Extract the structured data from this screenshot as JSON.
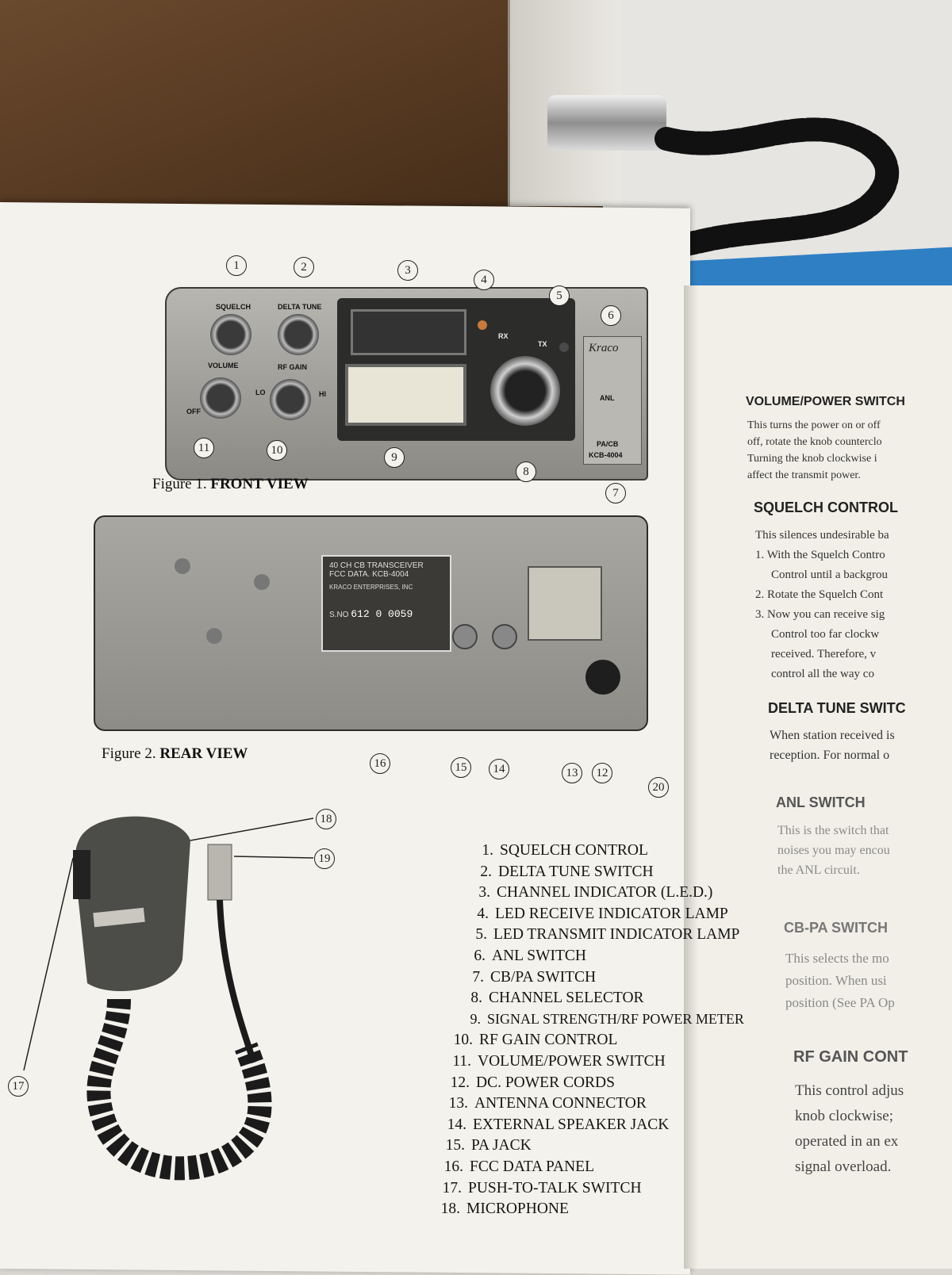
{
  "figures": {
    "front_caption_label": "Figure 1.",
    "front_caption_title": "FRONT VIEW",
    "rear_caption_label": "Figure 2.",
    "rear_caption_title": "REAR VIEW",
    "front_labels": {
      "squelch": "SQUELCH",
      "delta_tune": "DELTA TUNE",
      "volume": "VOLUME",
      "rf_gain": "RF GAIN",
      "off": "OFF",
      "lo": "LO",
      "hi": "HI",
      "rx": "RX",
      "tx": "TX",
      "brand": "Kraco",
      "anl": "ANL",
      "pa_cb": "PA/CB",
      "model": "KCB-4004"
    },
    "rear_plate": {
      "line1": "40 CH CB TRANSCEIVER",
      "line2": "FCC DATA. KCB-4004",
      "line3": "KRACO ENTERPRISES, INC",
      "serial_label": "S.NO",
      "serial": "612 0 0059"
    },
    "callouts": [
      "1",
      "2",
      "3",
      "4",
      "5",
      "6",
      "7",
      "8",
      "9",
      "10",
      "11",
      "12",
      "13",
      "14",
      "15",
      "16",
      "17",
      "18",
      "19",
      "20"
    ]
  },
  "parts_list": [
    {
      "n": "1.",
      "label": "SQUELCH CONTROL"
    },
    {
      "n": "2.",
      "label": "DELTA TUNE SWITCH"
    },
    {
      "n": "3.",
      "label": "CHANNEL INDICATOR (L.E.D.)"
    },
    {
      "n": "4.",
      "label": "LED RECEIVE INDICATOR LAMP"
    },
    {
      "n": "5.",
      "label": "LED TRANSMIT INDICATOR LAMP"
    },
    {
      "n": "6.",
      "label": "ANL SWITCH"
    },
    {
      "n": "7.",
      "label": "CB/PA SWITCH"
    },
    {
      "n": "8.",
      "label": "CHANNEL SELECTOR"
    },
    {
      "n": "9.",
      "label": "SIGNAL STRENGTH/RF POWER METER"
    },
    {
      "n": "10.",
      "label": "RF GAIN CONTROL"
    },
    {
      "n": "11.",
      "label": "VOLUME/POWER SWITCH"
    },
    {
      "n": "12.",
      "label": "DC. POWER CORDS"
    },
    {
      "n": "13.",
      "label": "ANTENNA CONNECTOR"
    },
    {
      "n": "14.",
      "label": "EXTERNAL SPEAKER JACK"
    },
    {
      "n": "15.",
      "label": "PA JACK"
    },
    {
      "n": "16.",
      "label": "FCC DATA PANEL"
    },
    {
      "n": "17.",
      "label": "PUSH-TO-TALK SWITCH"
    },
    {
      "n": "18.",
      "label": "MICROPHONE"
    }
  ],
  "right_page": {
    "volume_head": "VOLUME/POWER SWITCH",
    "volume_lines": [
      "This turns the power on or off",
      "off, rotate the knob counterclo",
      "Turning the knob clockwise i",
      "affect the transmit power."
    ],
    "squelch_head": "SQUELCH CONTROL",
    "squelch_lines": [
      "This silences  undesirable ba",
      "1. With the Squelch Contro",
      "   Control until a backgrou",
      "2. Rotate the Squelch Cont",
      "3. Now you can receive sig",
      "   Control too far clockw",
      "   received.  Therefore, v",
      "   control all the way co"
    ],
    "delta_head": "DELTA TUNE SWITC",
    "delta_lines": [
      "When station received is",
      "reception.  For normal o"
    ],
    "anl_head": "ANL SWITCH",
    "anl_lines": [
      "This is the switch that",
      "noises you may encou",
      "the ANL circuit."
    ],
    "cbpa_head": "CB-PA SWITCH",
    "cbpa_lines": [
      "This selects the mo",
      "position.  When usi",
      "position (See PA Op"
    ],
    "rfgain_head": "RF GAIN CONT",
    "rfgain_lines": [
      "This control adjus",
      "knob clockwise;",
      "operated in an ex",
      "signal overload."
    ]
  }
}
